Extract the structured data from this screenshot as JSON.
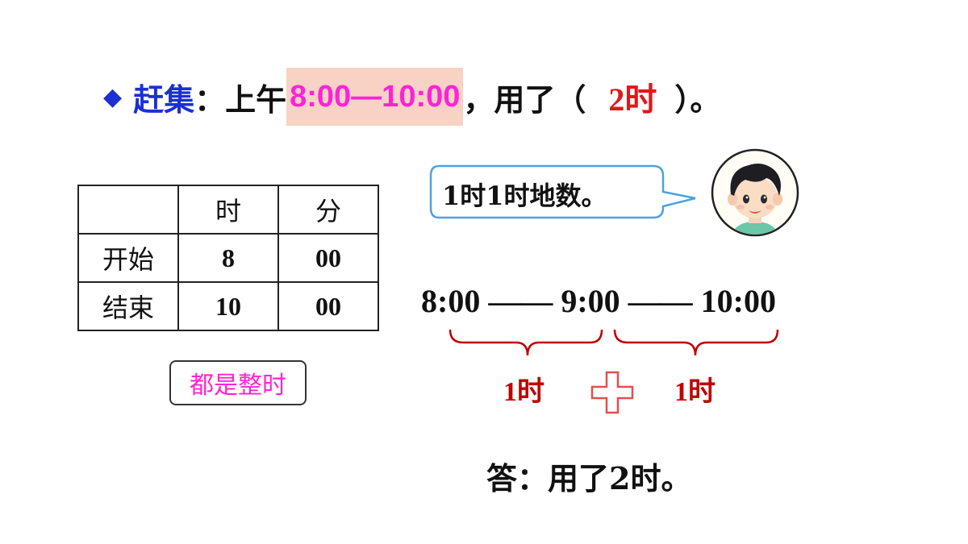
{
  "title": {
    "bullet": "◆",
    "keyword": "赶集",
    "colon": "：",
    "prefix": "上午",
    "time_range": "8:00—10:00",
    "middle": "，用了（",
    "answer": "2时",
    "suffix": "）。"
  },
  "table": {
    "headers": [
      "",
      "时",
      "分"
    ],
    "rows": [
      {
        "label": "开始",
        "hour": "8",
        "minute": "00"
      },
      {
        "label": "结束",
        "hour": "10",
        "minute": "00"
      }
    ]
  },
  "tag": "都是整时",
  "speech": "1时1时地数。",
  "timeline": {
    "text": "8:00 —— 9:00 —— 10:00",
    "segments": [
      "1时",
      "1时"
    ],
    "plus_symbol": "+"
  },
  "answer_line": "答：用了2时。",
  "colors": {
    "keyword": "#1a2fd6",
    "time_highlight_bg": "#f8d2c4",
    "time_text": "#ff22d6",
    "answer_red": "#e01818",
    "brace_red": "#c00000",
    "bubble_border": "#4aa3df"
  }
}
